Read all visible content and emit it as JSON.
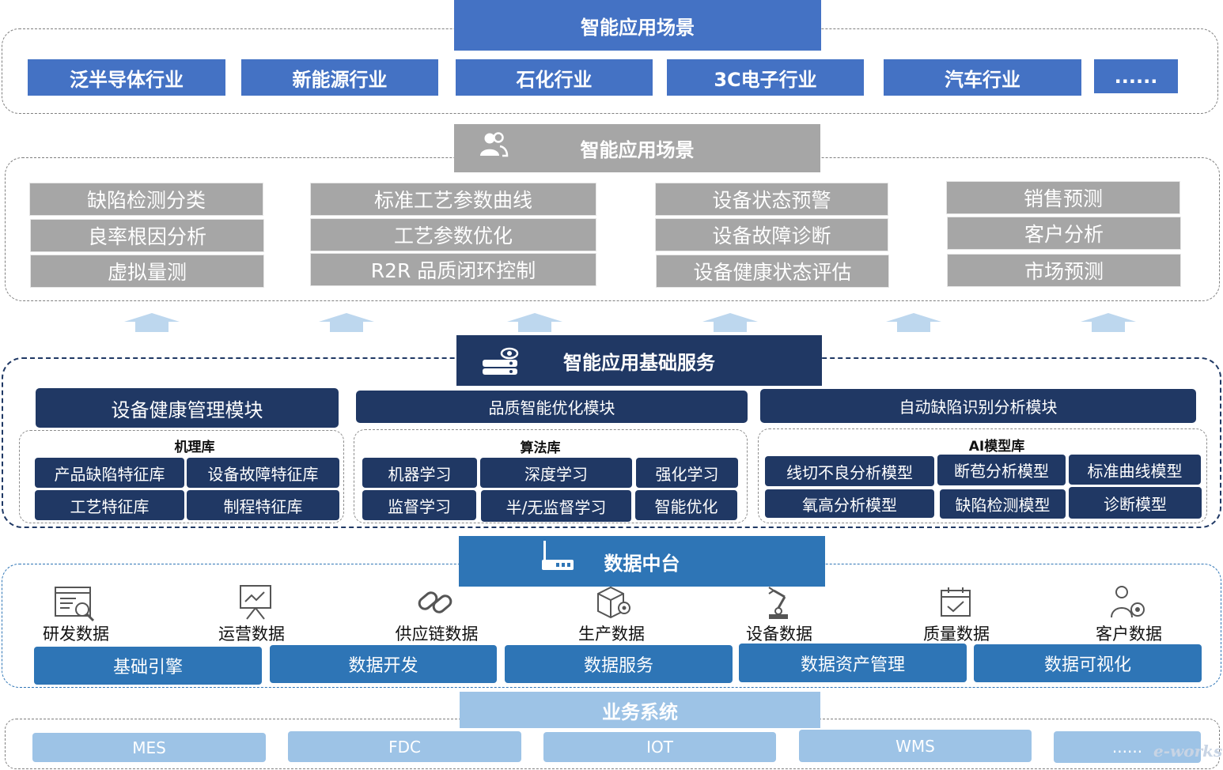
{
  "layer_industries": {
    "title": "智能应用场景",
    "items": [
      "泛半导体行业",
      "新能源行业",
      "石化行业",
      "3C电子行业",
      "汽车行业",
      "......"
    ]
  },
  "layer_applications": {
    "title": "智能应用场景",
    "columns": [
      [
        "缺陷检测分类",
        "良率根因分析",
        "虚拟量测"
      ],
      [
        "标准工艺参数曲线",
        "工艺参数优化",
        "R2R 品质闭环控制"
      ],
      [
        "设备状态预警",
        "设备故障诊断",
        "设备健康状态评估"
      ],
      [
        "销售预测",
        "客户分析",
        "市场预测"
      ]
    ]
  },
  "layer_services": {
    "title": "智能应用基础服务",
    "modules": [
      "设备健康管理模块",
      "品质智能优化模块",
      "自动缺陷识别分析模块"
    ],
    "libraries": [
      {
        "title": "机理库",
        "items": [
          "产品缺陷特征库",
          "设备故障特征库",
          "工艺特征库",
          "制程特征库"
        ]
      },
      {
        "title": "算法库",
        "items": [
          "机器学习",
          "深度学习",
          "强化学习",
          "监督学习",
          "半/无监督学习",
          "智能优化"
        ]
      },
      {
        "title": "AI模型库",
        "items": [
          "线切不良分析模型",
          "断苞分析模型",
          "标准曲线模型",
          "氧高分析模型",
          "缺陷检测模型",
          "诊断模型"
        ]
      }
    ]
  },
  "layer_data": {
    "title": "数据中台",
    "sources": [
      {
        "label": "研发数据",
        "icon": "rd-report-icon"
      },
      {
        "label": "运营数据",
        "icon": "presentation-board-icon"
      },
      {
        "label": "供应链数据",
        "icon": "chain-link-icon"
      },
      {
        "label": "生产数据",
        "icon": "box-gear-icon"
      },
      {
        "label": "设备数据",
        "icon": "robot-arm-icon"
      },
      {
        "label": "质量数据",
        "icon": "calendar-check-icon"
      },
      {
        "label": "客户数据",
        "icon": "person-gear-icon"
      }
    ],
    "capabilities": [
      "基础引擎",
      "数据开发",
      "数据服务",
      "数据资产管理",
      "数据可视化"
    ]
  },
  "layer_business": {
    "title": "业务系统",
    "systems": [
      "MES",
      "FDC",
      "IOT",
      "WMS",
      "......"
    ]
  },
  "watermark": "e-works",
  "colors": {
    "industry_blue": "#4472c4",
    "app_gray": "#a6a6a6",
    "service_navy": "#203864",
    "data_blue": "#2e75b6",
    "business_light": "#9dc3e6",
    "arrow_light": "#bdd7ee"
  }
}
